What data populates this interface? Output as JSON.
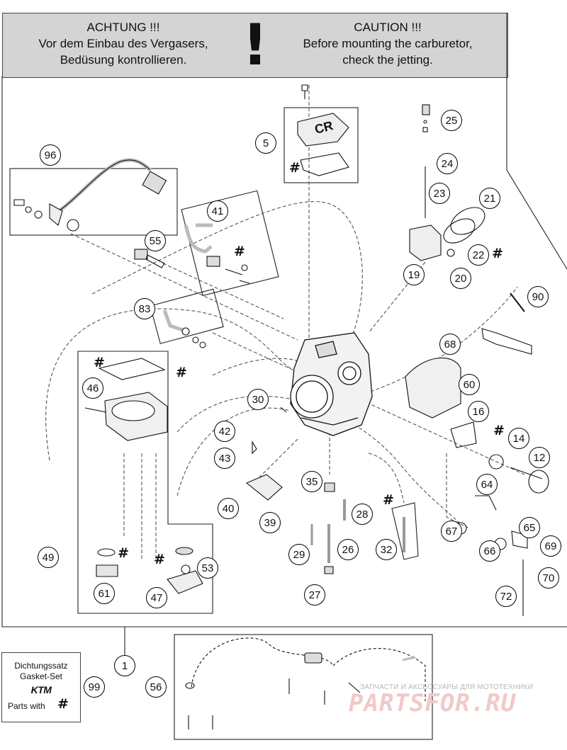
{
  "warning": {
    "de_title": "ACHTUNG !!!",
    "de_line1": "Vor dem Einbau des Vergasers,",
    "de_line2": "Bedüsung kontrollieren.",
    "symbol": "!",
    "en_title": "CAUTION !!!",
    "en_line1": "Before mounting the carburetor,",
    "en_line2": "check the jetting."
  },
  "callouts": {
    "c1": "1",
    "c5": "5",
    "c12": "12",
    "c14": "14",
    "c16": "16",
    "c19": "19",
    "c20": "20",
    "c21": "21",
    "c22": "22",
    "c23": "23",
    "c24": "24",
    "c25": "25",
    "c26": "26",
    "c27": "27",
    "c28": "28",
    "c29": "29",
    "c30": "30",
    "c32": "32",
    "c35": "35",
    "c39": "39",
    "c40": "40",
    "c41": "41",
    "c42": "42",
    "c43": "43",
    "c46": "46",
    "c47": "47",
    "c49": "49",
    "c53": "53",
    "c55": "55",
    "c56": "56",
    "c60": "60",
    "c61": "61",
    "c64": "64",
    "c65": "65",
    "c66": "66",
    "c67": "67",
    "c68": "68",
    "c69": "69",
    "c70": "70",
    "c72": "72",
    "c83": "83",
    "c90": "90",
    "c96": "96",
    "c99": "99"
  },
  "gasket_mark": "#",
  "part_label_cr": "CR",
  "gasket_kit": {
    "line1": "Dichtungssatz",
    "line2": "Gasket-Set",
    "brand": "KTM",
    "line3": "Parts with",
    "mark": "#"
  },
  "watermark": {
    "caption": "ЗАПЧАСТИ И АКСЕССУАРЫ ДЛЯ МОТОТЕХНИКИ",
    "logo": "PARTSFOR.RU"
  }
}
